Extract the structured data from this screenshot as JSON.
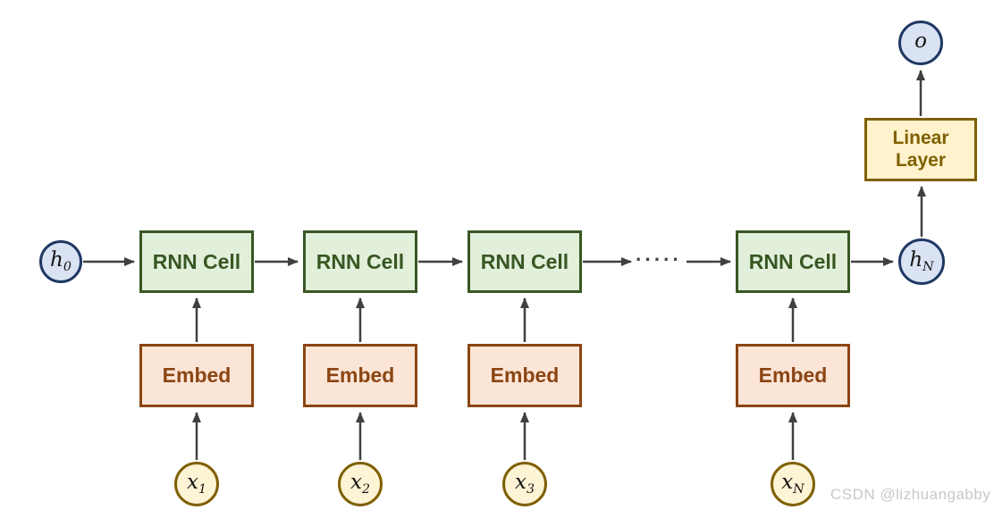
{
  "palette": {
    "arrow": "#404040",
    "state_fill": "#dae3f3",
    "state_border": "#1f3864",
    "rnn_fill": "#e2efda",
    "rnn_border": "#385723",
    "rnn_text": "#385723",
    "embed_fill": "#fbe5d6",
    "embed_border": "#8b4513",
    "embed_text": "#8b4513",
    "linear_fill": "#fff2cc",
    "linear_border": "#7f6000",
    "linear_text": "#7f6000",
    "input_fill": "#fdf3d5",
    "input_border": "#7f6000",
    "watermark": "#c9c9c9"
  },
  "diagram": {
    "initial_state": {
      "base": "h",
      "sub": "0"
    },
    "final_state": {
      "base": "h",
      "sub": "N"
    },
    "output_node": {
      "base": "o",
      "sub": ""
    },
    "rnn_cells": [
      {
        "label": "RNN Cell"
      },
      {
        "label": "RNN Cell"
      },
      {
        "label": "RNN Cell"
      },
      {
        "label": "RNN Cell"
      }
    ],
    "embed_boxes": [
      {
        "label": "Embed"
      },
      {
        "label": "Embed"
      },
      {
        "label": "Embed"
      },
      {
        "label": "Embed"
      }
    ],
    "linear_layer": {
      "label": "Linear\nLayer"
    },
    "inputs": [
      {
        "base": "x",
        "sub": "1"
      },
      {
        "base": "x",
        "sub": "2"
      },
      {
        "base": "x",
        "sub": "3"
      },
      {
        "base": "x",
        "sub": "N"
      }
    ],
    "ellipsis": "·····"
  },
  "watermark": {
    "text": "CSDN @lizhuangabby"
  }
}
